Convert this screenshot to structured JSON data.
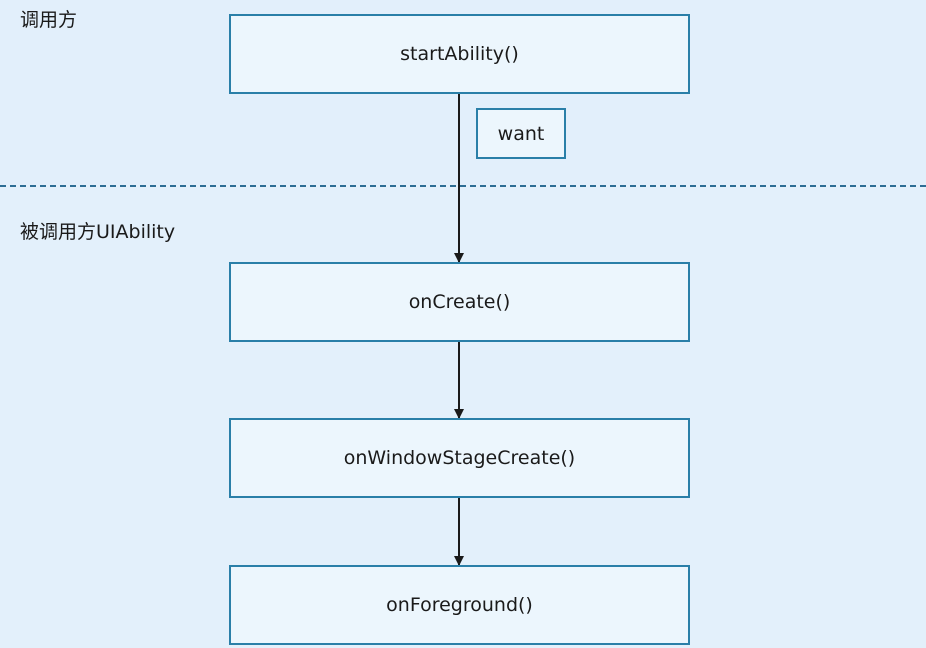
{
  "lanes": {
    "caller": "调用方",
    "callee": "被调用方UIAbility"
  },
  "nodes": {
    "start_ability": "startAbility()",
    "want": "want",
    "on_create": "onCreate()",
    "on_window_stage_create": "onWindowStageCreate()",
    "on_foreground": "onForeground()"
  },
  "colors": {
    "background": "#e3f0fb",
    "node_fill": "#ecf6fd",
    "node_border": "#2a7fa8",
    "divider": "#2d6d94",
    "arrow": "#1a1a1a"
  }
}
